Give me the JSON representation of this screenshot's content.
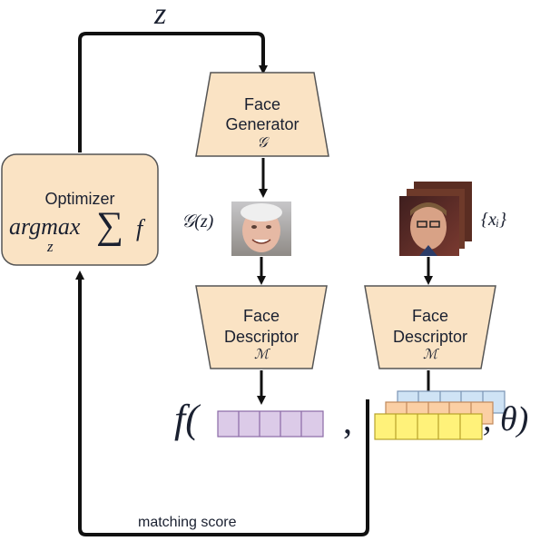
{
  "latent_label": "z",
  "optimizer": {
    "title": "Optimizer",
    "formula_main": "argmax",
    "formula_sub": "z",
    "formula_sum": "∑",
    "formula_f": "f"
  },
  "generator": {
    "line1": "Face",
    "line2": "Generator",
    "symbol": "𝒢"
  },
  "generated_label": "𝒢(z)",
  "target_label": "{xᵢ}",
  "descriptor_left": {
    "line1": "Face",
    "line2": "Descriptor",
    "symbol": "ℳ"
  },
  "descriptor_right": {
    "line1": "Face",
    "line2": "Descriptor",
    "symbol": "ℳ"
  },
  "expression": {
    "f_open": "f(",
    "comma": ",",
    "theta_close": ", θ)"
  },
  "matching_score": "matching score",
  "colors": {
    "box_fill": "#fae3c4",
    "box_stroke": "#555555",
    "vector_purple": "#dccbe8",
    "vector_purple_stroke": "#8a6aa6",
    "vector_blue": "#cfe3f5",
    "vector_orange": "#fbcfa4",
    "vector_yellow": "#fff27a",
    "arrow": "#111111"
  }
}
